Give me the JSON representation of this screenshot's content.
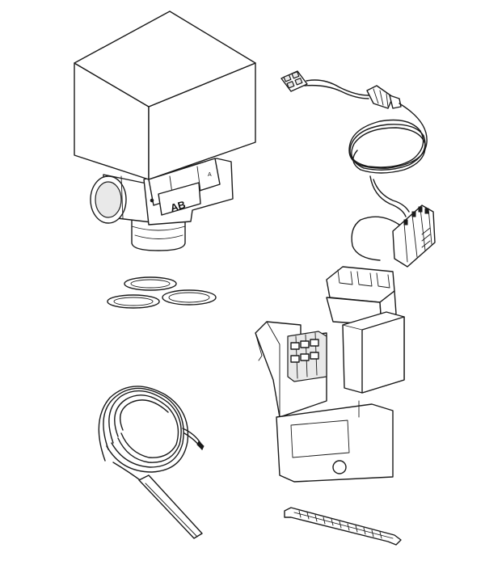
{
  "actuator": {
    "label_main": "AB",
    "label_port": "A"
  },
  "parts": [
    "actuator-valve-body",
    "wiring-harness",
    "sealing-washers",
    "sensor-capillary",
    "control-module",
    "connector-strip"
  ]
}
